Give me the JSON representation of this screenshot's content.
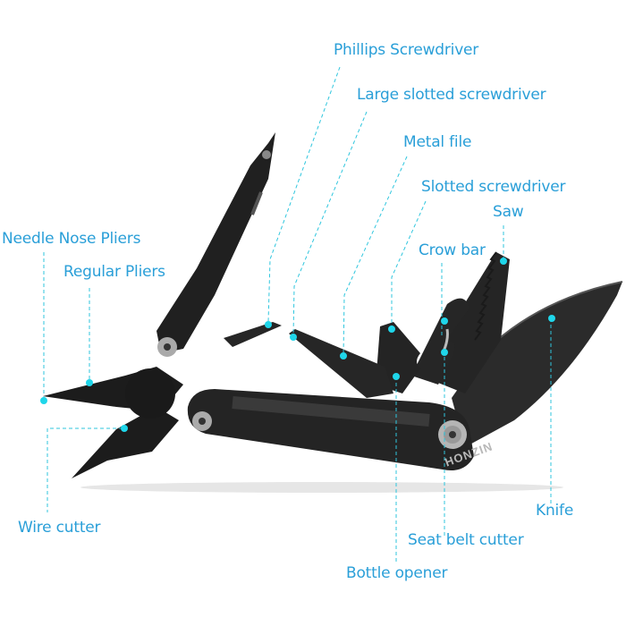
{
  "product": {
    "brand_mark": "HONZIN",
    "type": "multitool",
    "body_color": "#1e1e1e",
    "accent_color": "#2a9fd8",
    "dot_color": "#1fd6ea"
  },
  "labels": [
    {
      "id": "phillips",
      "text": "Phillips Screwdriver"
    },
    {
      "id": "large-slotted",
      "text": "Large slotted screwdriver"
    },
    {
      "id": "metal-file",
      "text": "Metal file"
    },
    {
      "id": "slotted",
      "text": "Slotted screwdriver"
    },
    {
      "id": "saw",
      "text": "Saw"
    },
    {
      "id": "needle-nose",
      "text": "Needle Nose Pliers"
    },
    {
      "id": "regular-pliers",
      "text": "Regular Pliers"
    },
    {
      "id": "crow-bar",
      "text": "Crow bar"
    },
    {
      "id": "wire-cutter",
      "text": "Wire cutter"
    },
    {
      "id": "knife",
      "text": "Knife"
    },
    {
      "id": "seat-belt",
      "text": "Seat belt cutter"
    },
    {
      "id": "bottle-opener",
      "text": "Bottle opener"
    }
  ]
}
